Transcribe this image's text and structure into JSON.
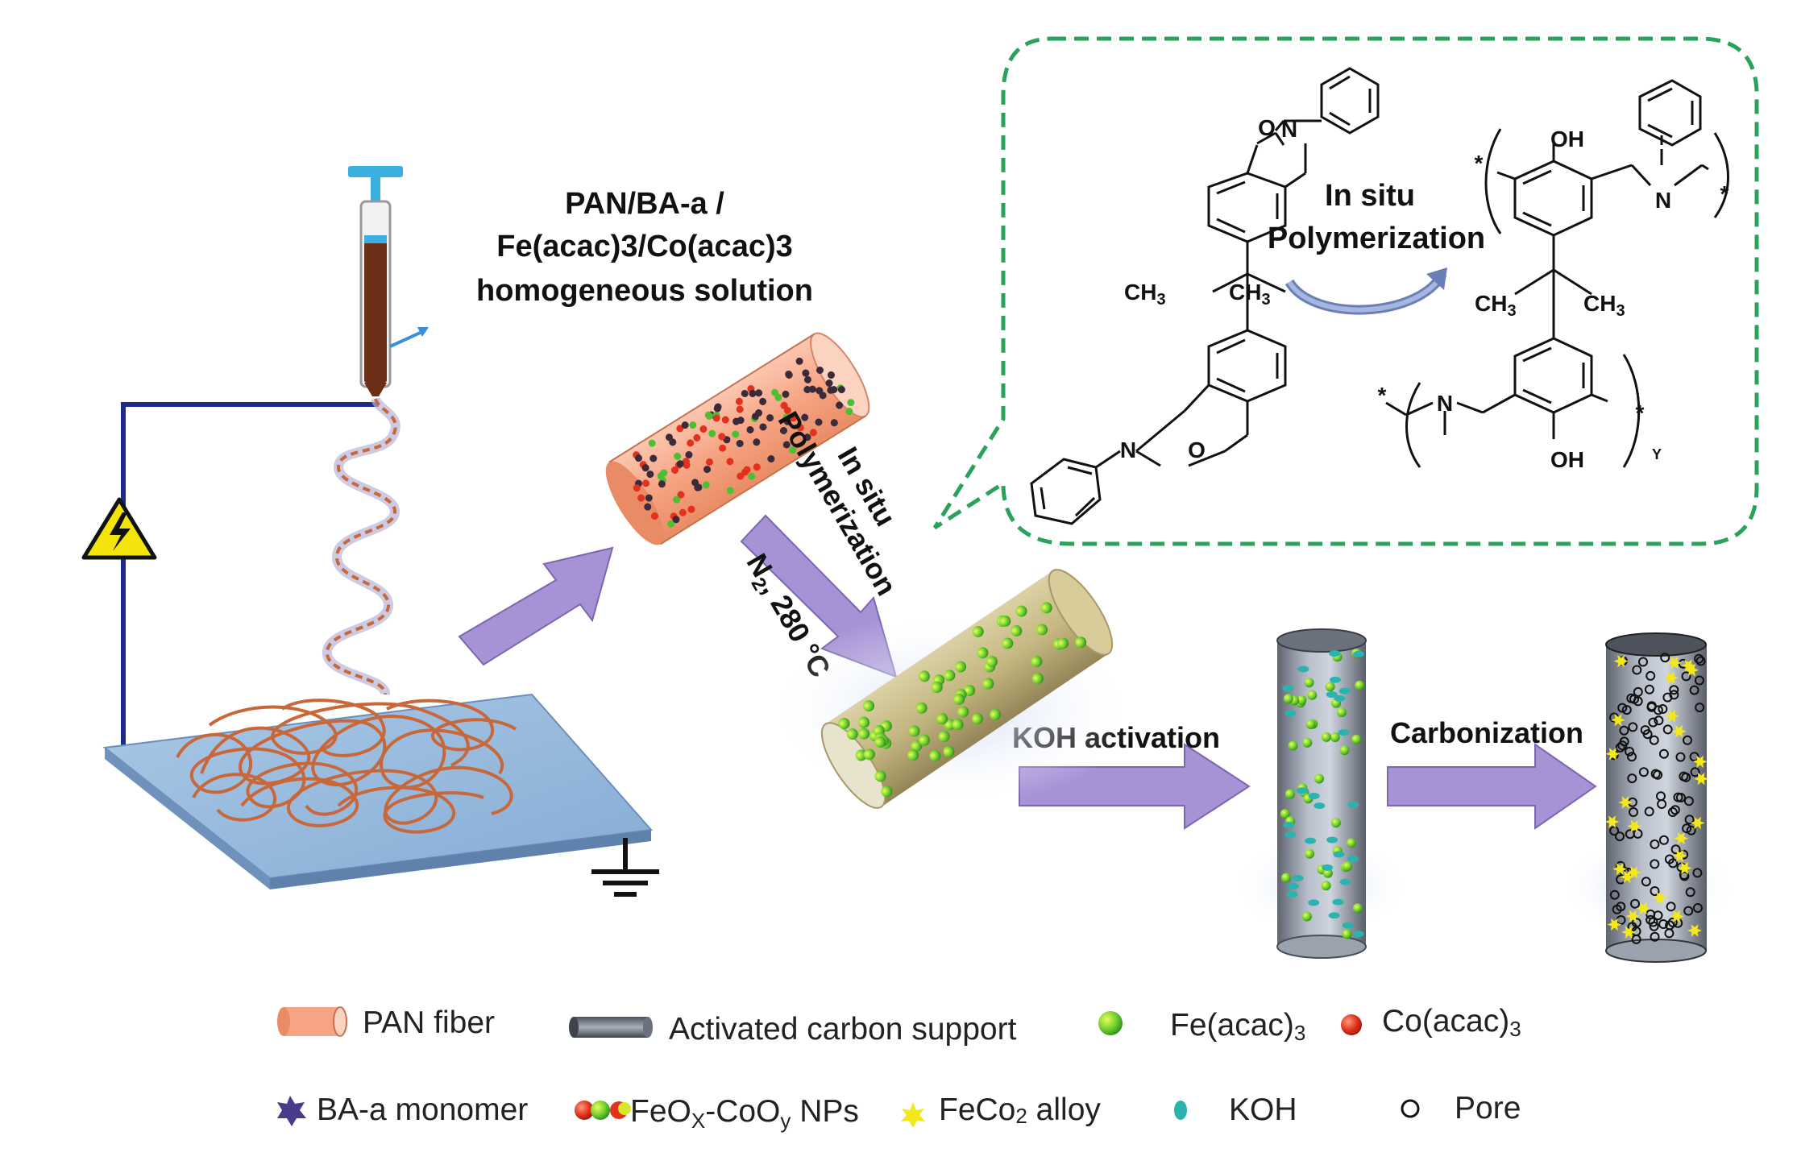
{
  "solution_label": {
    "line1": "PAN/BA-a /",
    "line2": "Fe(acac)3/Co(acac)3",
    "line3": "homogeneous solution"
  },
  "step_insitu": {
    "line1": "In situ",
    "line2": "Polymerization"
  },
  "step_conditions": {
    "n": "N",
    "sub": "2",
    "rest": ", 280 °C"
  },
  "step_koh": "KOH activation",
  "step_carbonization": "Carbonization",
  "inset": {
    "reaction_line1": "In situ",
    "reaction_line2": "Polymerization",
    "atoms": {
      "O": "O",
      "N": "N",
      "OH": "OH",
      "CH3": "CH",
      "sub3": "3",
      "star": "*",
      "Y": "Y"
    }
  },
  "legend": {
    "pan_fiber": "PAN fiber",
    "activated_carbon": "Activated carbon support",
    "fe_acac": "Fe(acac)",
    "co_acac": "Co(acac)",
    "sub3": "3",
    "ba_monomer": "BA-a monomer",
    "nps": {
      "a": "FeO",
      "x": "X",
      "b": "-CoO",
      "y": "y",
      "c": " NPs"
    },
    "feco_alloy": "FeCo",
    "feco_sub": "2",
    "feco_rest": " alloy",
    "koh": "KOH",
    "pore": "Pore"
  },
  "colors": {
    "fiber_orange": "#c8683a",
    "pan_fill": "#f6a483",
    "arrow_purple": "#a892d6",
    "inset_border": "#2aa35a",
    "fe_green": "#4cbf33",
    "co_red": "#e2311d",
    "koh_teal": "#2bb3b0",
    "alloy_yellow": "#f3e81c",
    "wire_blue": "#1d2a8a"
  }
}
